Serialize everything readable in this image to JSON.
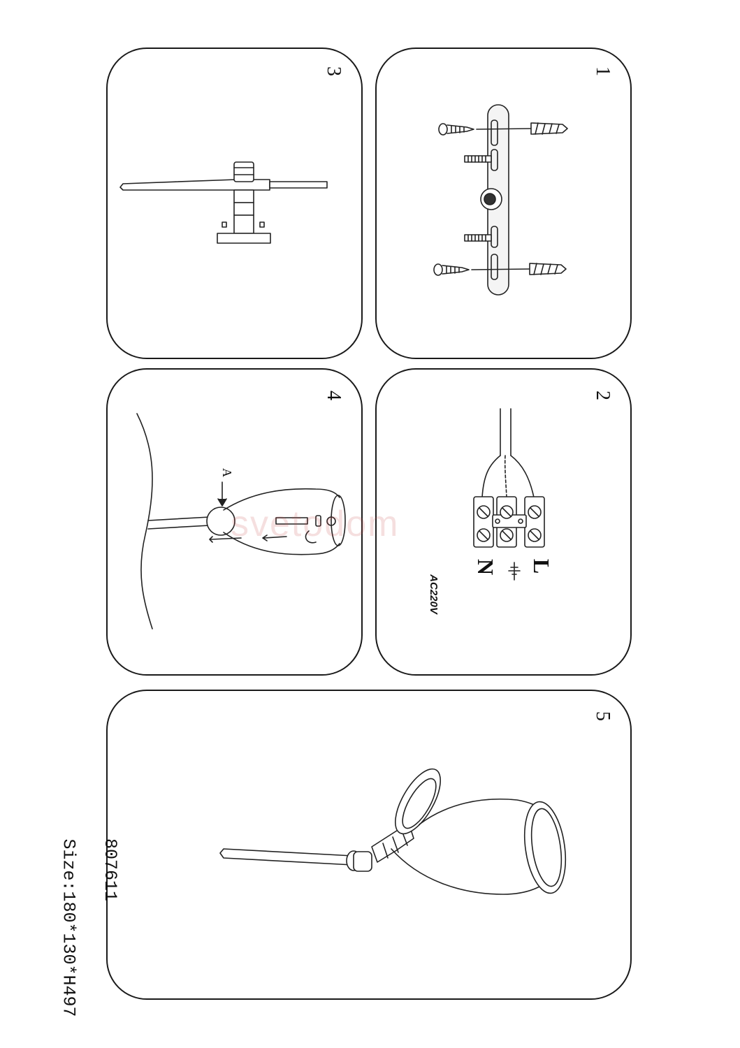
{
  "steps": {
    "s1": "1",
    "s2": "2",
    "s3": "3",
    "s4": "4",
    "s5": "5"
  },
  "wiring": {
    "live": "L",
    "neutral": "N",
    "voltage": "AC220V"
  },
  "mounting": {
    "callout": "A"
  },
  "product": {
    "model": "807611",
    "size": "Size:180*130*H497"
  },
  "watermark": "svetodom"
}
